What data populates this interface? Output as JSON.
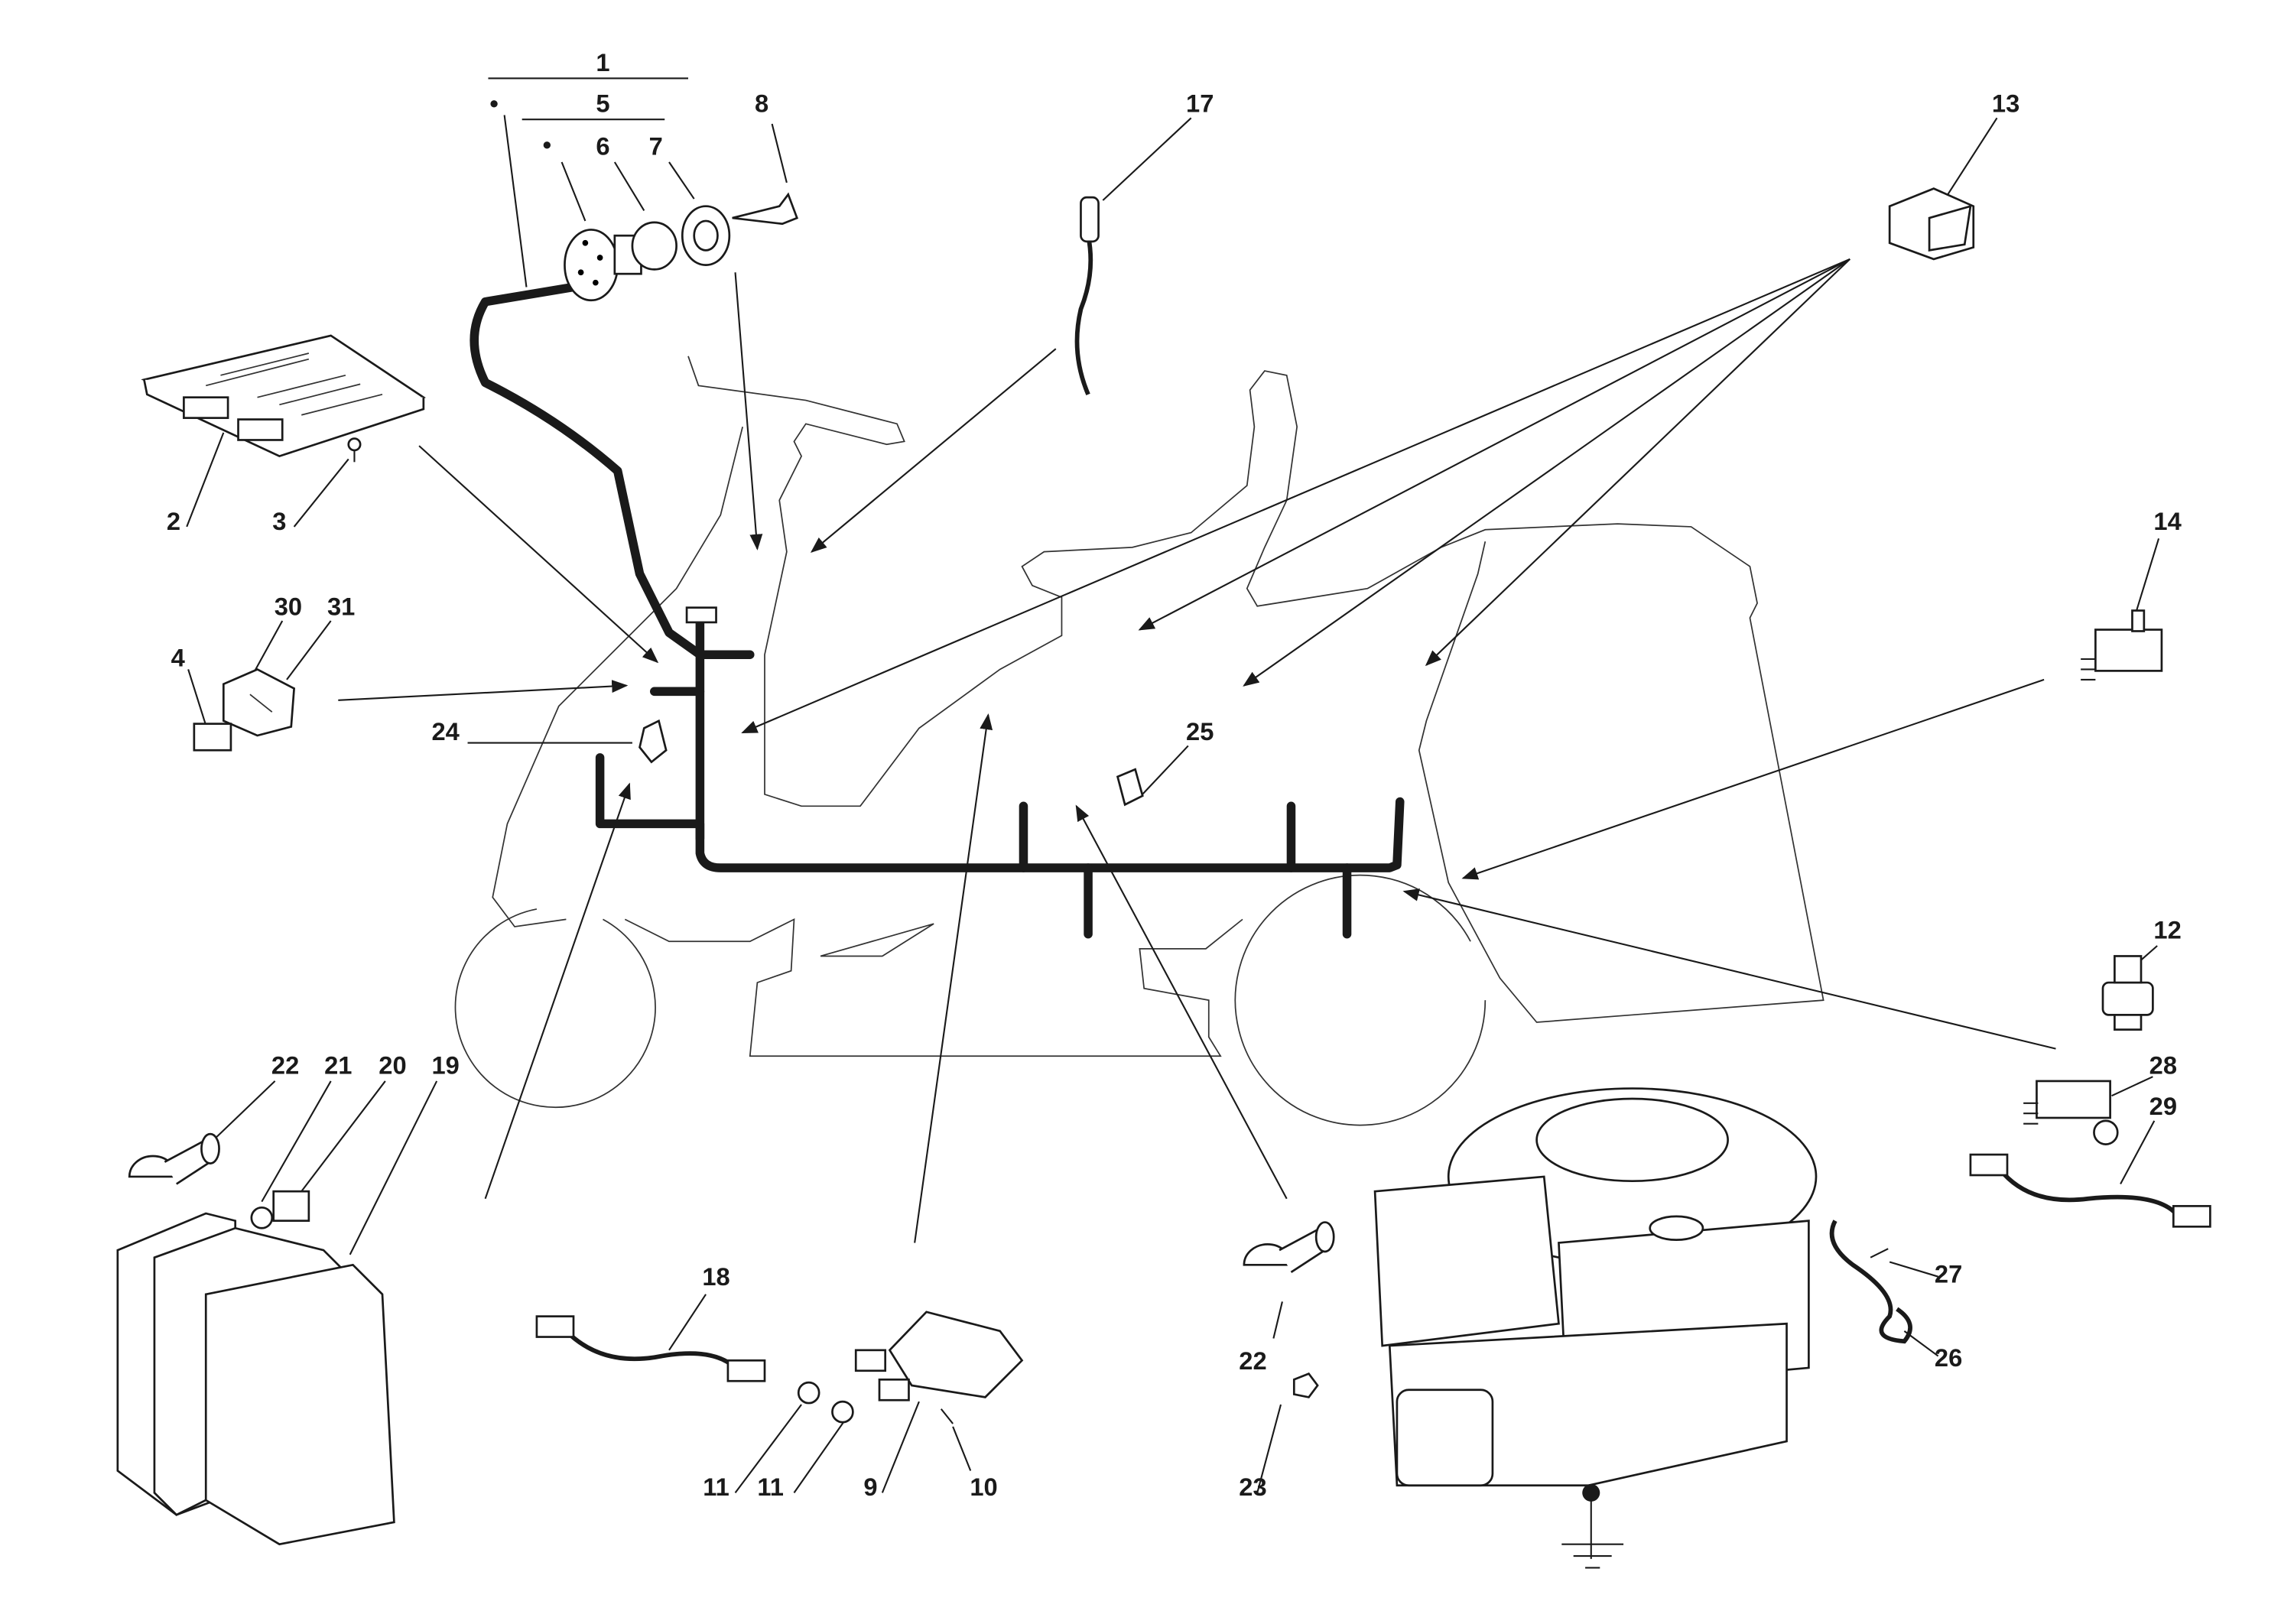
{
  "diagram": {
    "colors": {
      "ink": "#1a1a1a",
      "background": "#ffffff"
    },
    "callouts": {
      "c1": "1",
      "c5": "5",
      "c6": "6",
      "c7": "7",
      "c8": "8",
      "c17": "17",
      "c13": "13",
      "c2": "2",
      "c3": "3",
      "c30": "30",
      "c31": "31",
      "c4": "4",
      "c24": "24",
      "c25": "25",
      "c14": "14",
      "c12": "12",
      "c28": "28",
      "c29": "29",
      "c22a": "22",
      "c21": "21",
      "c20": "20",
      "c19": "19",
      "c18": "18",
      "c27": "27",
      "c26": "26",
      "c22b": "22",
      "c23": "23",
      "c11a": "11",
      "c11b": "11",
      "c9": "9",
      "c10": "10"
    },
    "kit_bullets": {
      "b1": "•",
      "b5": "•"
    },
    "icons": [
      "ignition-switch",
      "key",
      "circuit-board",
      "relay",
      "fuse",
      "wire-harness",
      "battery",
      "engine",
      "ground-symbol",
      "solenoid",
      "micro-switch",
      "push-switch",
      "rocker-switch",
      "cable",
      "terminal-cap",
      "spring"
    ]
  }
}
